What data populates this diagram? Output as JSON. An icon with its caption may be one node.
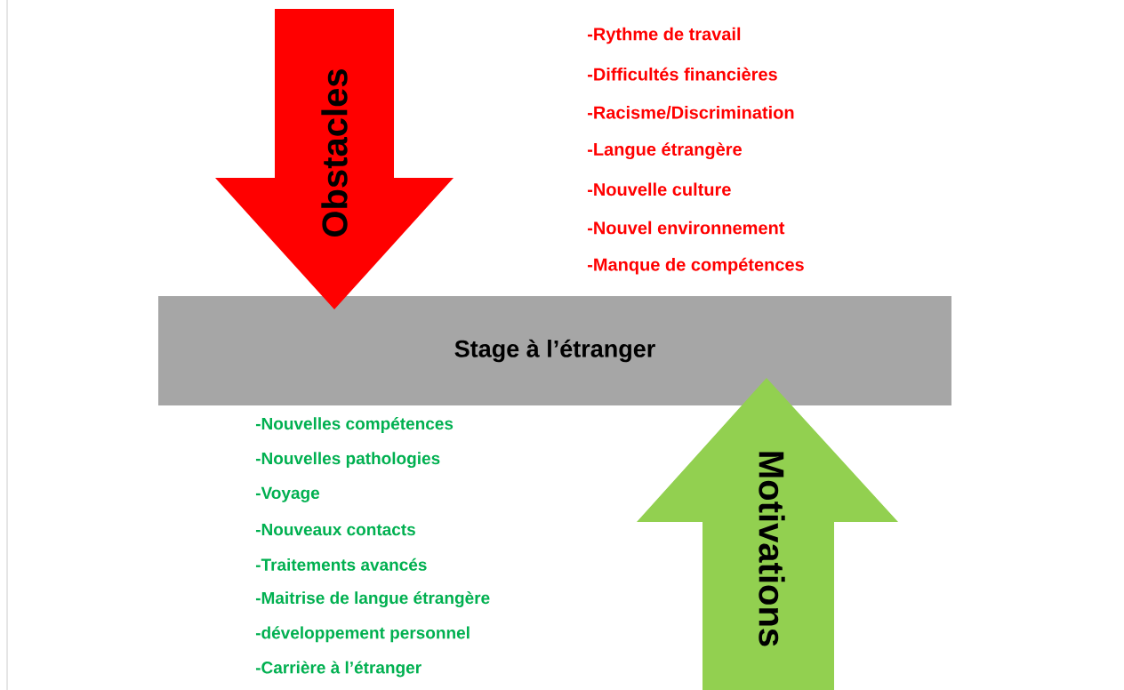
{
  "diagram": {
    "nodes": [
      {
        "text": [
          "Stage à l’étranger"
        ]
      },
      {
        "text": [
          "Obstacles"
        ],
        "beside": [
          "-Rythme de travail",
          "-Difficultés financières",
          "-Racisme/Discrimination",
          "-Langue étrangère",
          "-Nouvelle culture",
          "-Nouvel environnement",
          "-Manque de compétences"
        ]
      },
      {
        "text": [
          "Motivations"
        ],
        "beside": [
          "-Nouvelles compétences",
          "-Nouvelles pathologies",
          "-Voyage",
          "-Nouveaux contacts",
          "-Traitements avancés",
          "-Maitrise de langue étrangère",
          "-développement personnel",
          "-Carrière à l’étranger"
        ]
      }
    ]
  }
}
